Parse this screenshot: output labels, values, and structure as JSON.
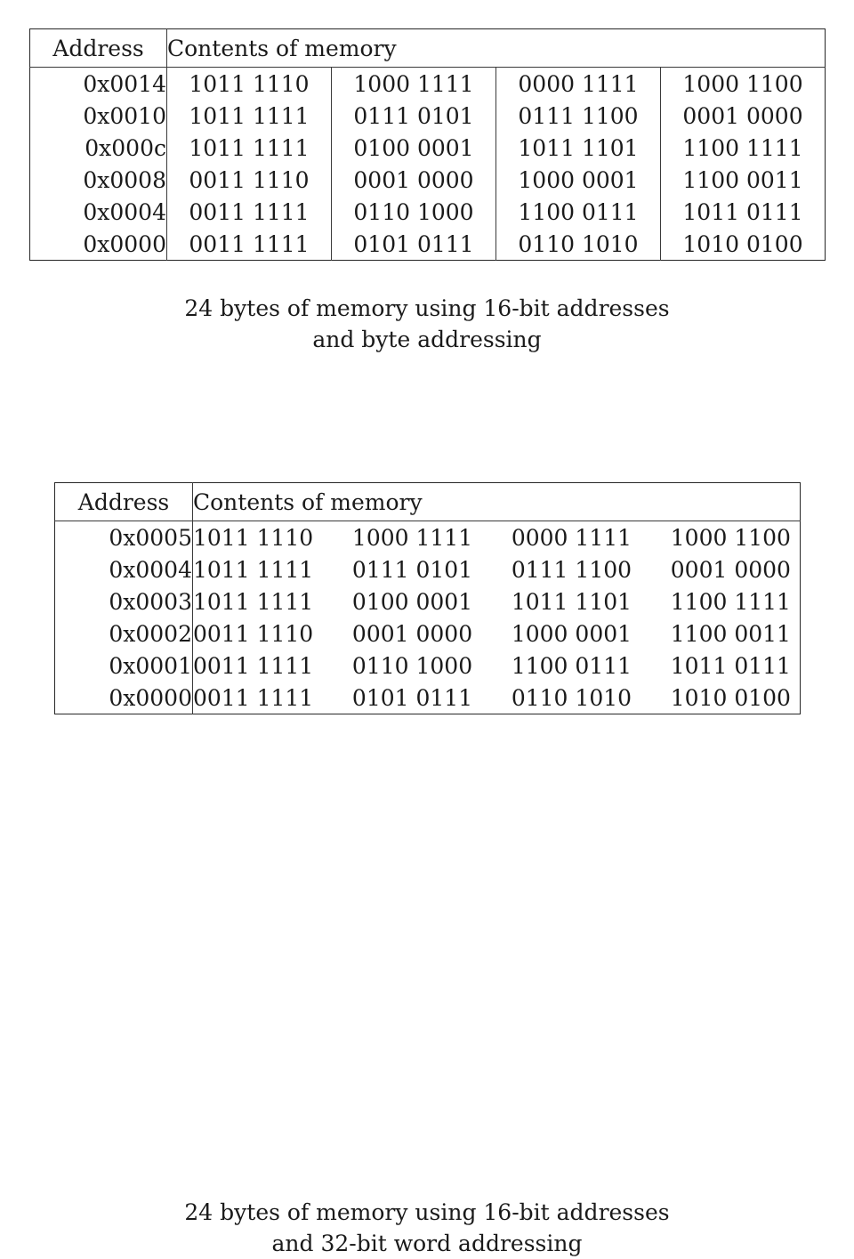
{
  "figures": [
    {
      "id": "byte-addressed",
      "table": {
        "headers": {
          "address": "Address",
          "contents": "Contents of memory"
        },
        "rows": [
          {
            "address": "0x0014",
            "bytes": [
              "1011 1110",
              "1000 1111",
              "0000 1111",
              "1000 1100"
            ]
          },
          {
            "address": "0x0010",
            "bytes": [
              "1011 1111",
              "0111 0101",
              "0111 1100",
              "0001 0000"
            ]
          },
          {
            "address": "0x000c",
            "bytes": [
              "1011 1111",
              "0100 0001",
              "1011 1101",
              "1100 1111"
            ]
          },
          {
            "address": "0x0008",
            "bytes": [
              "0011 1110",
              "0001 0000",
              "1000 0001",
              "1100 0011"
            ]
          },
          {
            "address": "0x0004",
            "bytes": [
              "0011 1111",
              "0110 1000",
              "1100 0111",
              "1011 0111"
            ]
          },
          {
            "address": "0x0000",
            "bytes": [
              "0011 1111",
              "0101 0111",
              "0110 1010",
              "1010 0100"
            ]
          }
        ]
      },
      "caption": {
        "line1": "24 bytes of memory using 16-bit addresses",
        "line2": "and byte addressing"
      }
    },
    {
      "id": "word-addressed",
      "table": {
        "headers": {
          "address": "Address",
          "contents": "Contents of memory"
        },
        "rows": [
          {
            "address": "0x0005",
            "bytes": [
              "1011 1110",
              "1000 1111",
              "0000 1111",
              "1000 1100"
            ]
          },
          {
            "address": "0x0004",
            "bytes": [
              "1011 1111",
              "0111 0101",
              "0111 1100",
              "0001 0000"
            ]
          },
          {
            "address": "0x0003",
            "bytes": [
              "1011 1111",
              "0100 0001",
              "1011 1101",
              "1100 1111"
            ]
          },
          {
            "address": "0x0002",
            "bytes": [
              "0011 1110",
              "0001 0000",
              "1000 0001",
              "1100 0011"
            ]
          },
          {
            "address": "0x0001",
            "bytes": [
              "0011 1111",
              "0110 1000",
              "1100 0111",
              "1011 0111"
            ]
          },
          {
            "address": "0x0000",
            "bytes": [
              "0011 1111",
              "0101 0111",
              "0110 1010",
              "1010 0100"
            ]
          }
        ]
      },
      "caption": {
        "line1": "24 bytes of memory using 16-bit addresses",
        "line2": "and 32-bit word addressing"
      }
    }
  ],
  "colors": {
    "background": "#ffffff",
    "text": "#1a1a1a",
    "rule": "#3a3a3a",
    "border": "#262626"
  }
}
